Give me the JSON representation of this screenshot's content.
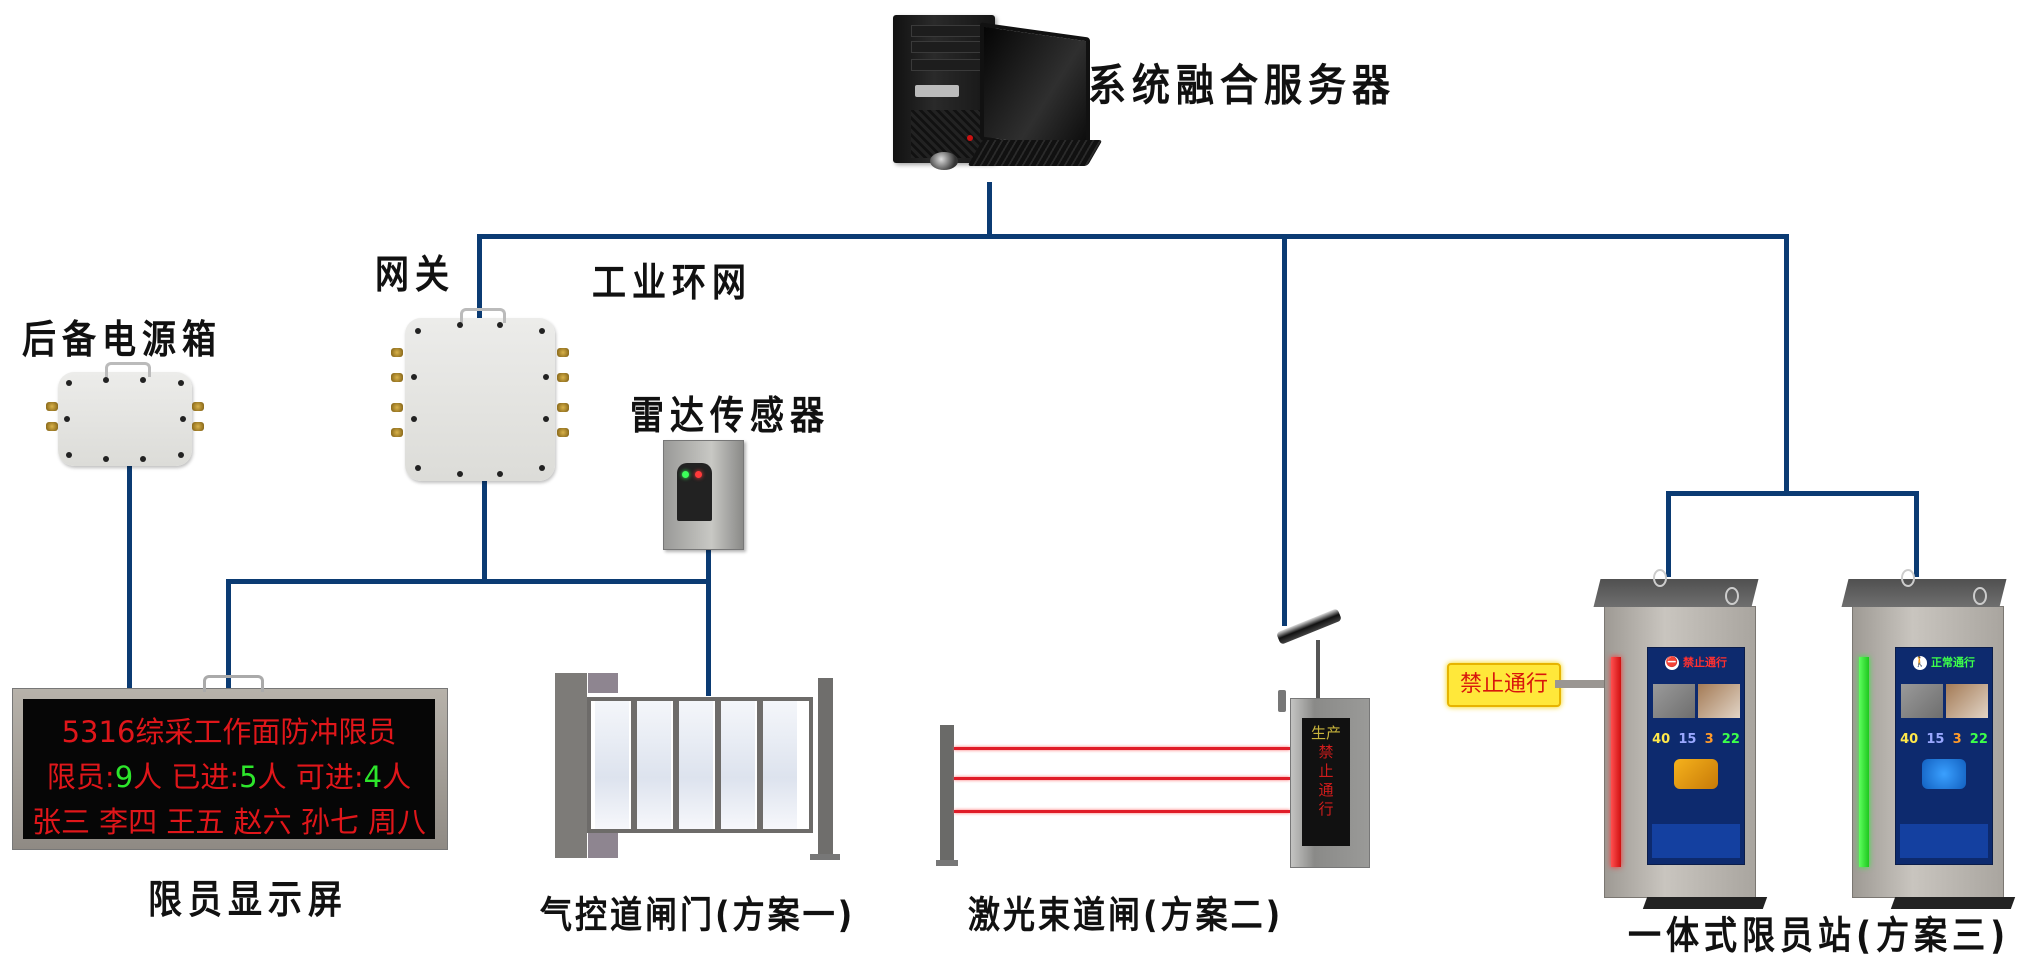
{
  "diagram": {
    "title": "限员管理系统网络拓扑",
    "line_color": "#0b3b73"
  },
  "nodes": {
    "server": {
      "label": "系统融合服务器"
    },
    "network": {
      "label": "工业环网"
    },
    "gateway": {
      "label": "网关"
    },
    "power_box": {
      "label": "后备电源箱"
    },
    "radar": {
      "label": "雷达传感器"
    },
    "display": {
      "label": "限员显示屏",
      "line1": "5316综采工作面防冲限员",
      "line2": {
        "limit_label": "限员:",
        "limit_value": "9",
        "unit1": "人",
        "entered_label": " 已进:",
        "entered_value": "5",
        "unit2": "人",
        "available_label": " 可进:",
        "available_value": "4",
        "unit3": "人"
      },
      "line3": "张三 李四 王五 赵六 孙七 周八"
    },
    "gate_option1": {
      "label": "气控道闸门(方案一)"
    },
    "gate_option2": {
      "label": "激光束道闸(方案二)",
      "sign_top": "生产",
      "sign_lines": [
        "禁",
        "止",
        "通",
        "行"
      ]
    },
    "station_option3": {
      "label": "一体式限员站(方案三)",
      "arm_sign": "禁止通行",
      "stations": [
        {
          "status": "禁止通行",
          "status_color": "#ff3030",
          "strip_color": "#ff2a2a",
          "counts": [
            "40",
            "15",
            "3",
            "22"
          ]
        },
        {
          "status": "正常通行",
          "status_color": "#3cff4a",
          "strip_color": "#36ef3c",
          "counts": [
            "40",
            "15",
            "3",
            "22"
          ]
        }
      ]
    }
  }
}
